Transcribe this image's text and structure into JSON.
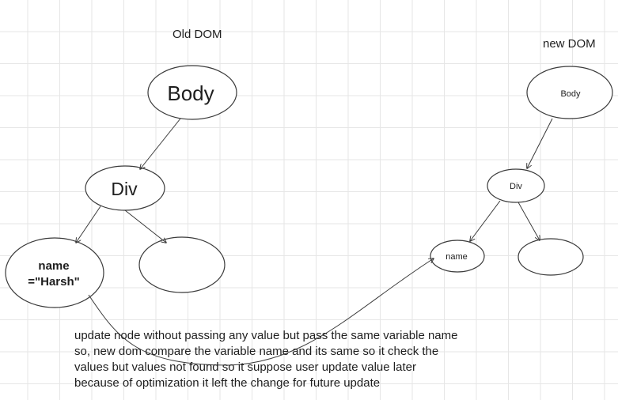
{
  "old_dom": {
    "title": "Old DOM",
    "body_label": "Body",
    "div_label": "Div",
    "name_node": {
      "line1": "name",
      "line2": "=\"Harsh\""
    }
  },
  "new_dom": {
    "title": "new DOM",
    "body_label": "Body",
    "div_label": "Div",
    "name_label": "name"
  },
  "note": {
    "lines": [
      "update node without passing any value but pass the same variable name",
      "so, new dom compare the variable name and its same so it check the",
      "values but values not found so it suppose user update value later",
      "because of optimization it left the change for future update"
    ]
  },
  "colors": {
    "stroke": "#3a3a3a",
    "grid": "#e6e6e6",
    "text": "#1e1e1e"
  }
}
